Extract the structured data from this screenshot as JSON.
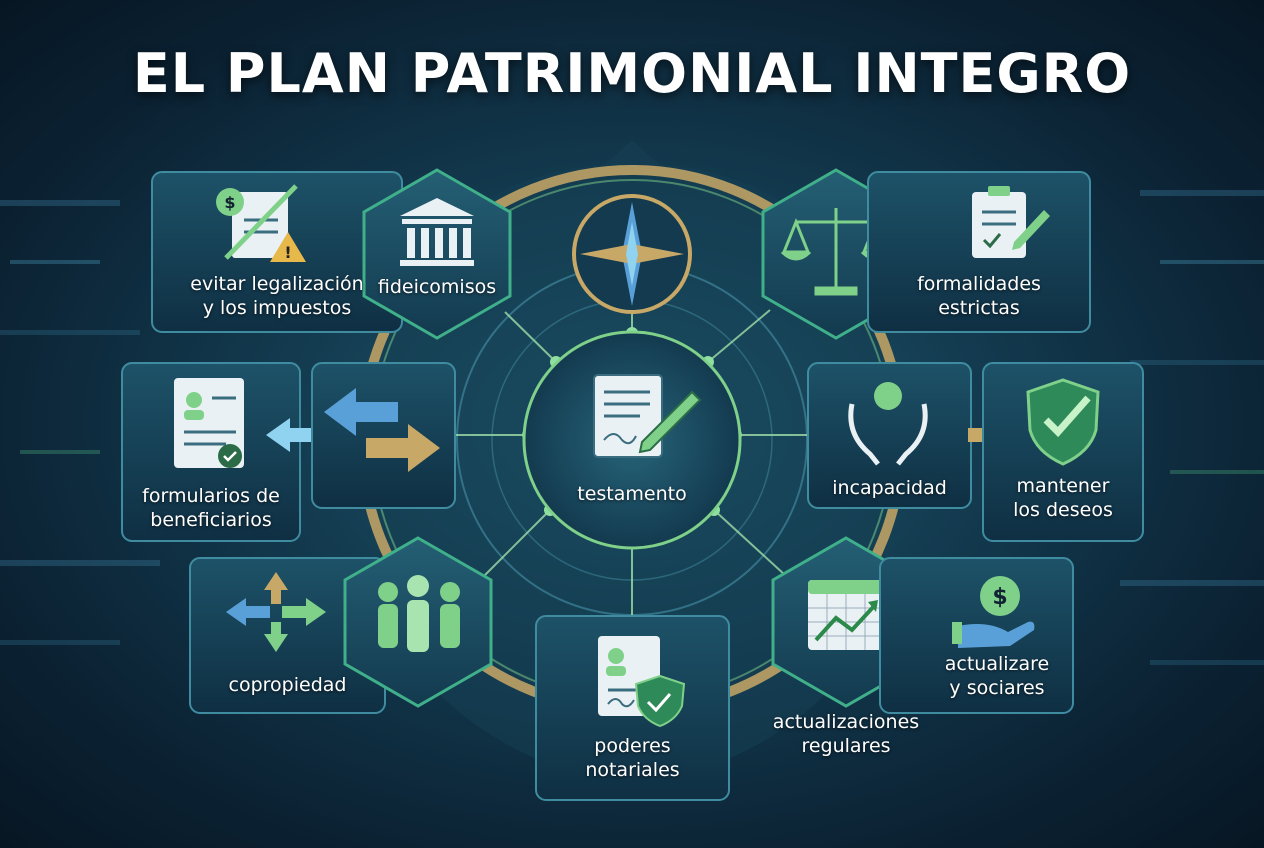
{
  "title": "EL PLAN PATRIMONIAL INTEGRO",
  "colors": {
    "accent_green": "#7fd18a",
    "accent_blue": "#5aa0d8",
    "gold": "#c8a866",
    "panel": "#17445a",
    "panel_border": "#3f8ca0"
  },
  "center": {
    "icon": "document-pen-icon",
    "label": "testamento"
  },
  "nodes": [
    {
      "id": "evitar",
      "icon": "document-dollar-warning-icon",
      "lines": [
        "evitar legalización",
        "y los impuestos"
      ]
    },
    {
      "id": "fideicomisos",
      "icon": "bank-icon",
      "lines": [
        "fideicomisos"
      ]
    },
    {
      "id": "compass",
      "icon": "compass-icon",
      "lines": []
    },
    {
      "id": "scales",
      "icon": "scales-icon",
      "lines": []
    },
    {
      "id": "formalidades",
      "icon": "clipboard-check-icon",
      "lines": [
        "formalidades",
        "estrictas"
      ]
    },
    {
      "id": "formularios",
      "icon": "form-user-check-icon",
      "lines": [
        "formularios de",
        "beneficiarios"
      ]
    },
    {
      "id": "arrows",
      "icon": "swap-arrows-icon",
      "lines": []
    },
    {
      "id": "incapacidad",
      "icon": "hands-person-icon",
      "lines": [
        "incapacidad"
      ]
    },
    {
      "id": "mantener",
      "icon": "shield-check-icon",
      "lines": [
        "mantener",
        "los deseos"
      ]
    },
    {
      "id": "copropiedad",
      "icon": "four-way-arrows-icon",
      "lines": [
        "copropiedad"
      ]
    },
    {
      "id": "people",
      "icon": "people-group-icon",
      "lines": []
    },
    {
      "id": "poderes",
      "icon": "document-shield-icon",
      "lines": [
        "poderes",
        "notariales"
      ]
    },
    {
      "id": "actualizaciones",
      "icon": "calendar-chart-icon",
      "lines": [
        "actualizaciones",
        "regulares"
      ]
    },
    {
      "id": "actualizare",
      "icon": "hand-dollar-icon",
      "lines": [
        "actualizare",
        "y sociares"
      ]
    }
  ]
}
